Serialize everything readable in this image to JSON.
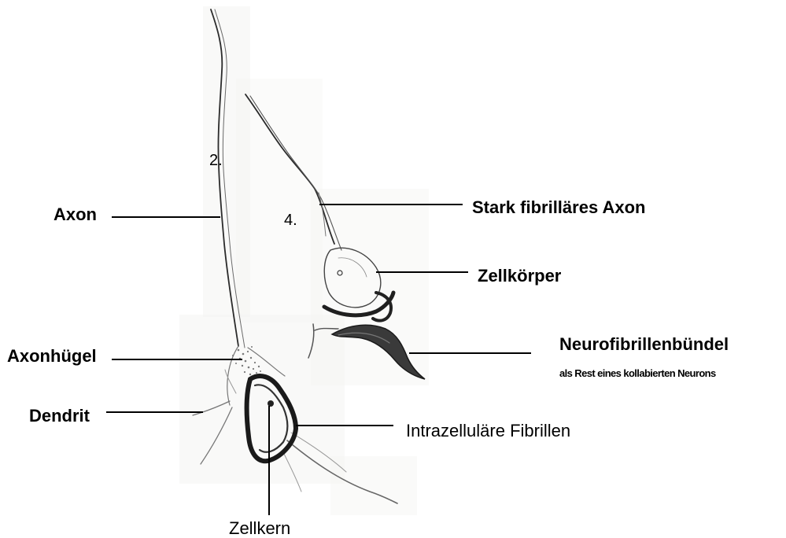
{
  "labels": {
    "axon": "Axon",
    "axonhuegel": "Axonhügel",
    "dendrit": "Dendrit",
    "zellkern": "Zellkern",
    "intrazellulaere_fibrillen": "Intrazelluläre Fibrillen",
    "stark_fibrillaeres_axon": "Stark fibrilläres Axon",
    "zellkoerper": "Zellkörper",
    "neurofibrillenbuendel": "Neurofibrillenbündel",
    "neurofibrillenbuendel_note": "als Rest eines kollabierten Neurons",
    "cell_2": "2.",
    "cell_4": "4."
  }
}
